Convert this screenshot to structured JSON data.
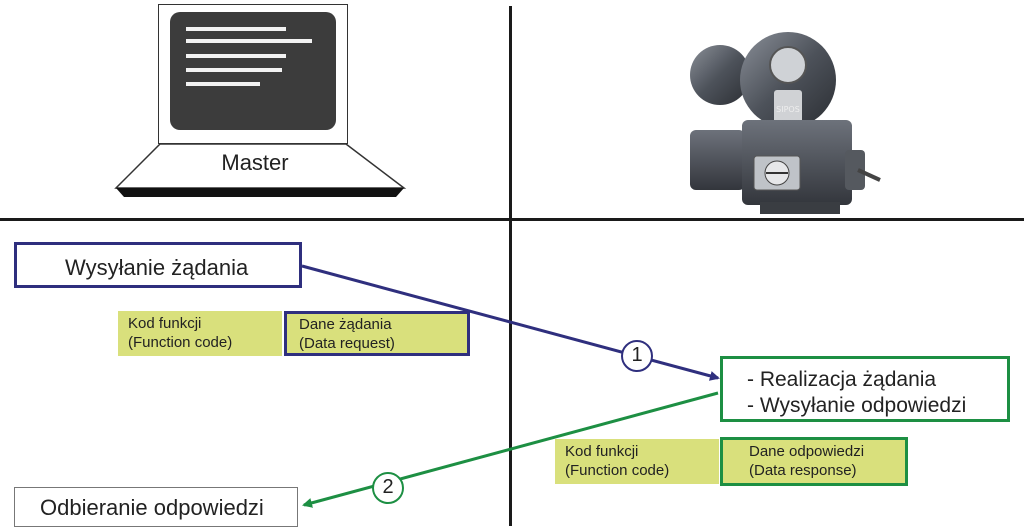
{
  "master": {
    "label": "Master"
  },
  "request": {
    "label": "Wysyłanie żądania"
  },
  "request_frame": {
    "function_code": [
      "Kod funkcji",
      "(Function code)"
    ],
    "data": [
      "Dane żądania",
      "(Data request)"
    ]
  },
  "steps": {
    "one": "1",
    "two": "2"
  },
  "processing": {
    "lines": [
      "- Realizacja żądania",
      "- Wysyłanie odpowiedzi"
    ]
  },
  "response_frame": {
    "function_code": [
      "Kod funkcji",
      "(Function code)"
    ],
    "data": [
      "Dane odpowiedzi",
      "(Data response)"
    ]
  },
  "response": {
    "label": "Odbieranie odpowiedzi"
  },
  "device": {
    "brand_text": "SIPOS"
  },
  "colors": {
    "request": "#2f2f7e",
    "response": "#1d8f43",
    "frame_fill": "#d9e07c"
  }
}
